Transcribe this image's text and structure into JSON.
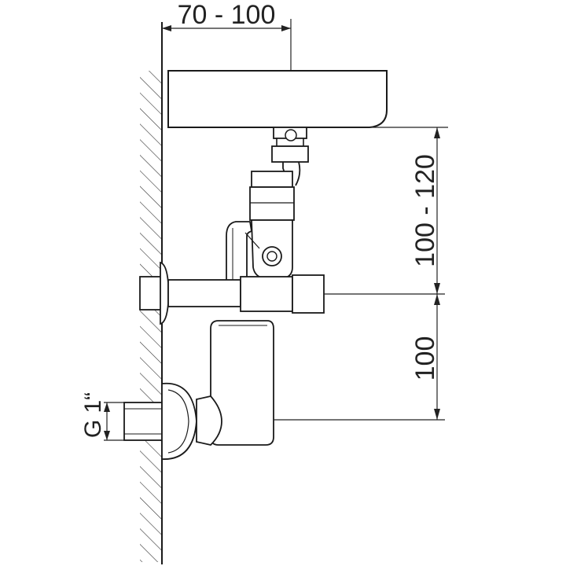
{
  "dimensions": {
    "top_width": "70 - 100",
    "upper_height": "100 - 120",
    "lower_height": "100",
    "thread": "G 1“"
  },
  "colors": {
    "line": "#1a1a1a",
    "dim_line": "#222222",
    "background": "#ffffff"
  }
}
